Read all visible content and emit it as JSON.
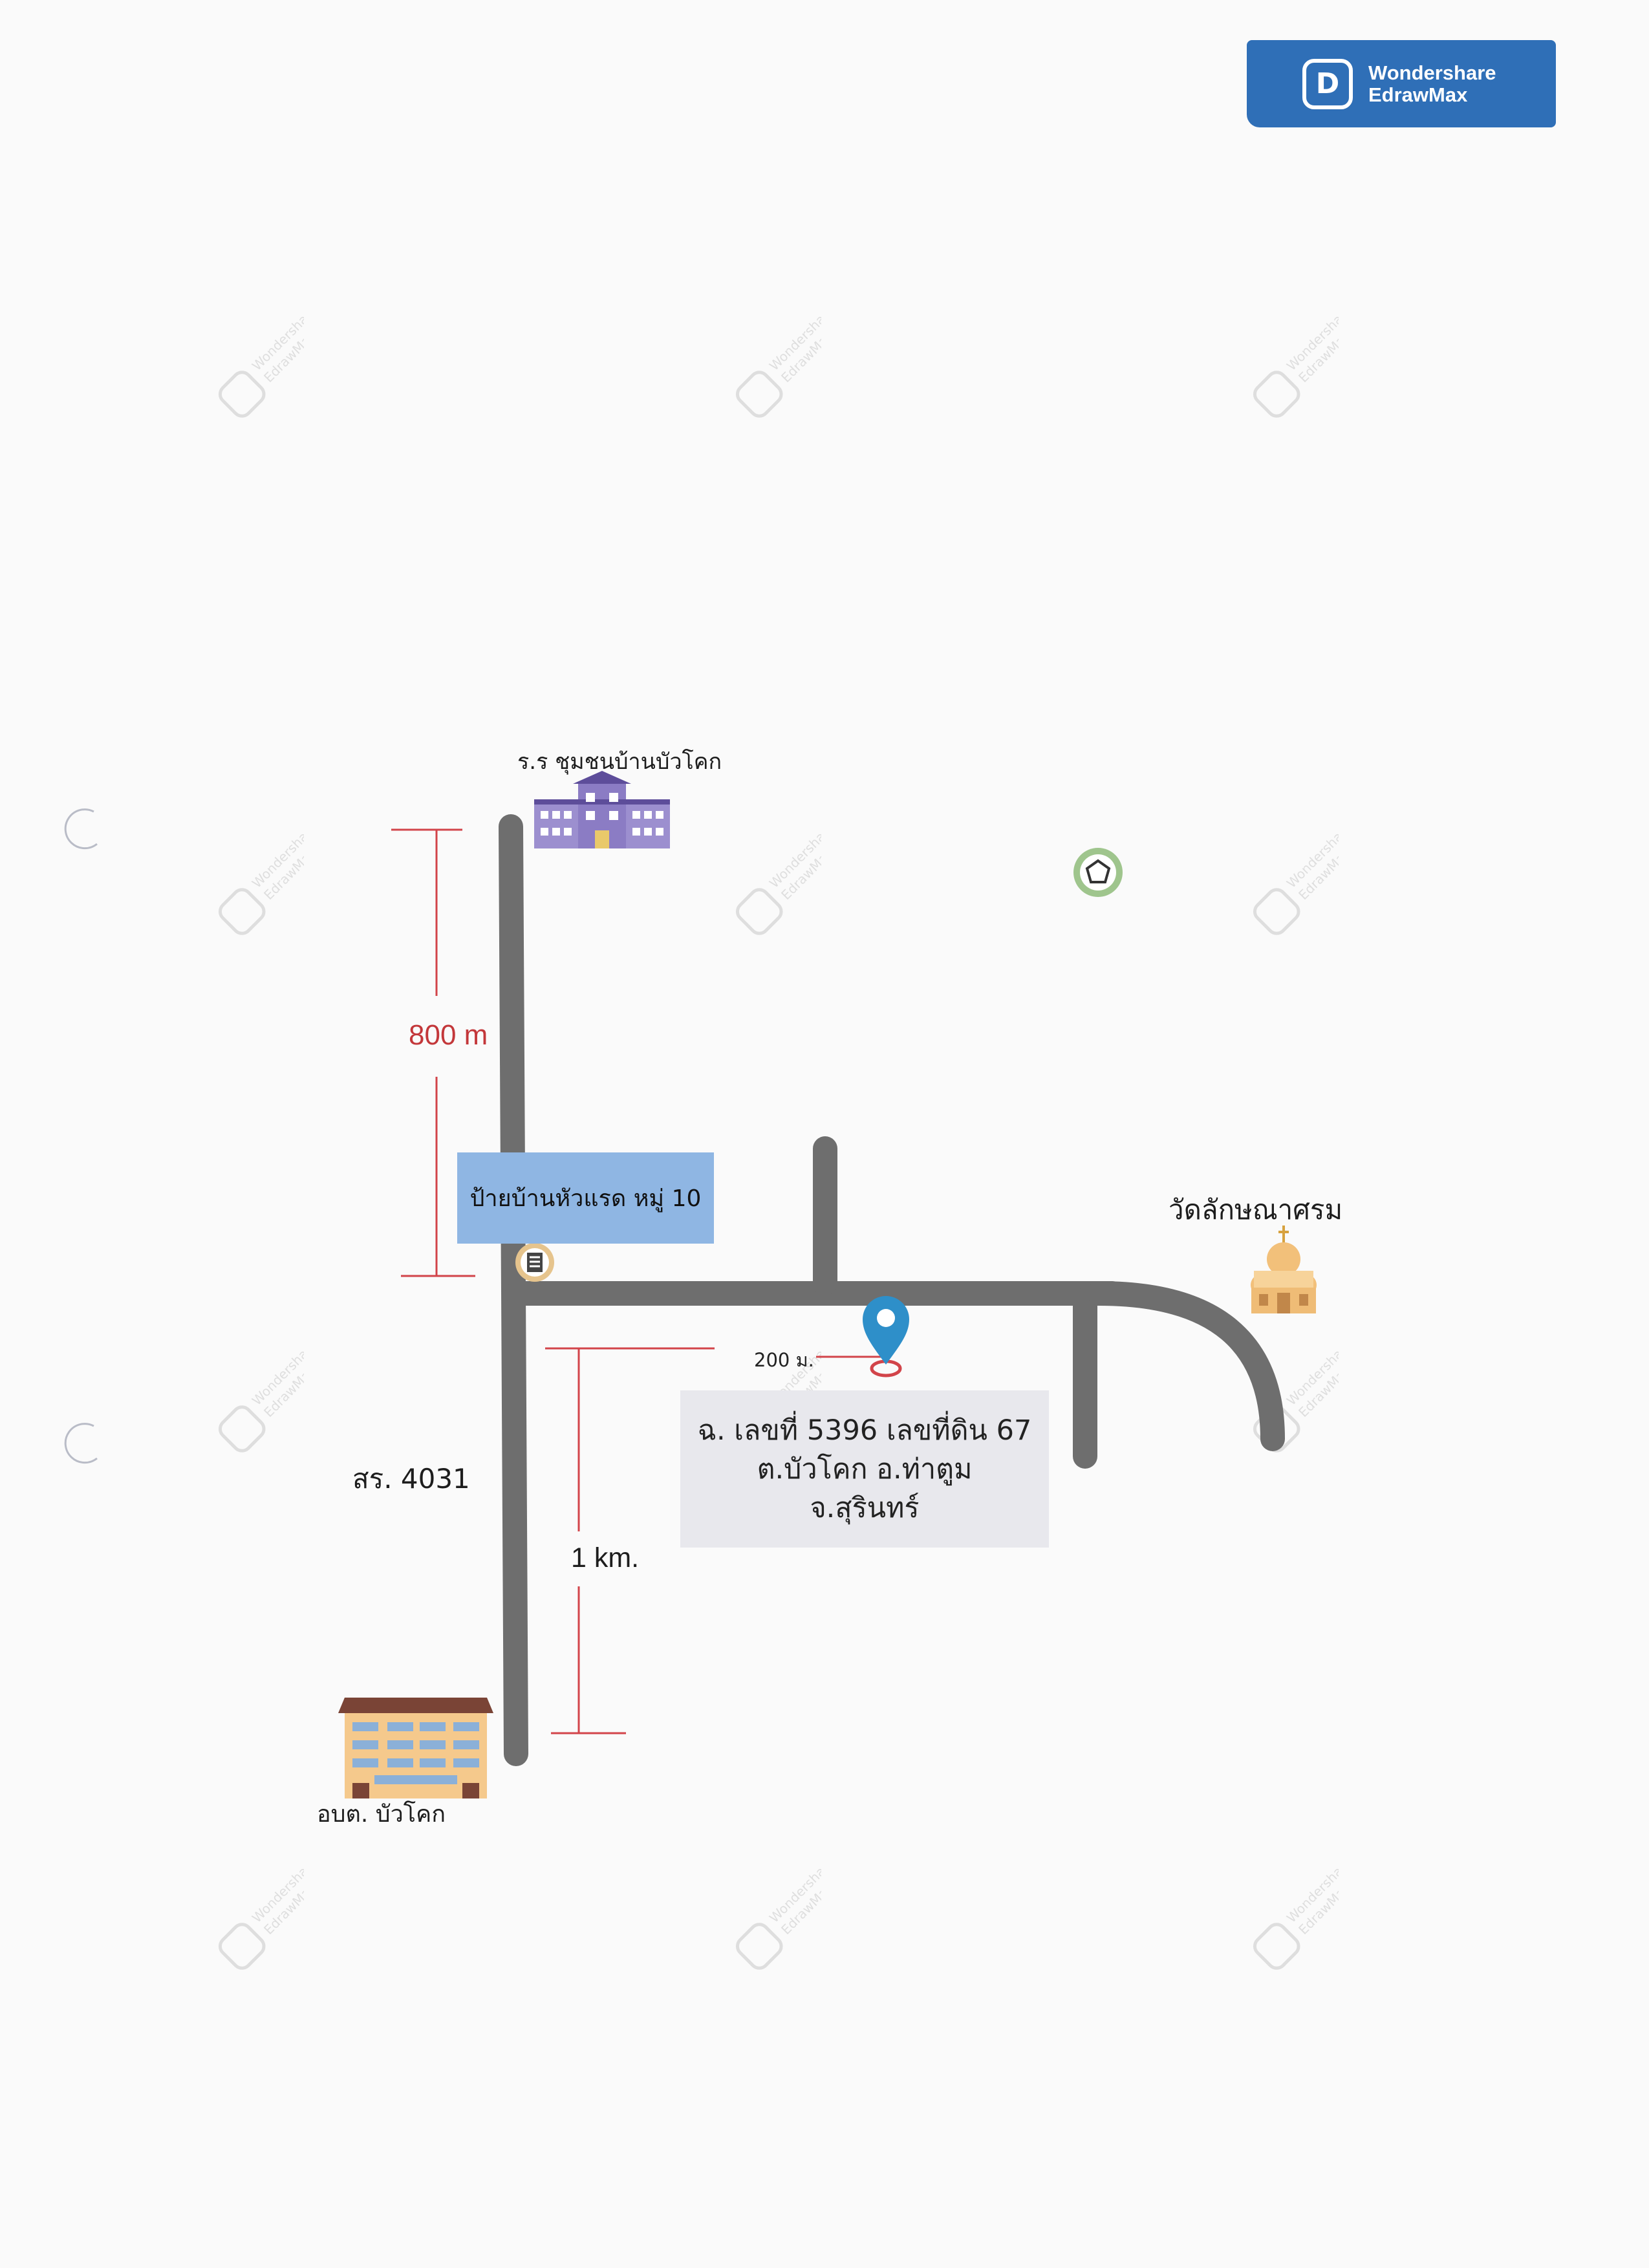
{
  "badge": {
    "brand": "Wondershare",
    "product": "EdrawMax",
    "icon": "edrawmax-logo-icon"
  },
  "watermark": {
    "line1": "Wondershare",
    "line2": "EdrawMax"
  },
  "map": {
    "school_label": "ร.ร ชุมชนบ้านบัวโคก",
    "temple_label": "วัดลักษณาศรม",
    "office_label": "อบต. บัวโคก",
    "road_label": "สร. 4031",
    "sign_label": "ป้ายบ้านหัวแรด หมู่ 10",
    "distance_north": "800 m",
    "distance_south": "1 km.",
    "distance_east": "200 ม.",
    "parcel_lines": [
      "ฉ. เลขที่ 5396 เลขที่ดิน 67",
      "ต.บัวโคก อ.ท่าตูม",
      "จ.สุรินทร์"
    ]
  },
  "icons": {
    "school": "school-building-icon",
    "temple": "temple-icon",
    "office": "office-building-icon",
    "pin": "location-pin-icon",
    "sign": "signboard-icon",
    "poi": "pentagon-marker-icon"
  },
  "colors": {
    "road": "#6e6e6e",
    "dimension": "#c3373a",
    "pin": "#2e8fc9",
    "badge": "#2f6fb7"
  }
}
